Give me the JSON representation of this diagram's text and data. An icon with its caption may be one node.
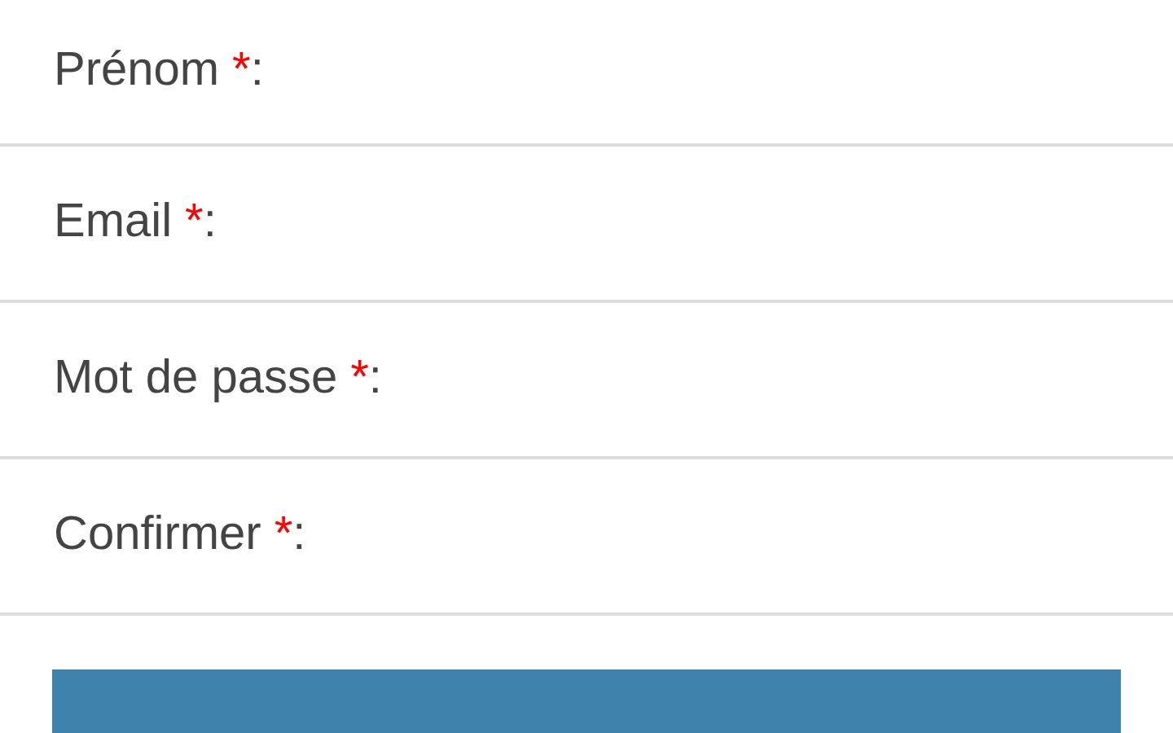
{
  "diagram": {
    "nodes": [
      {
        "text": [
          "Prénom",
          "*",
          ":"
        ]
      },
      {
        "text": [
          "Email",
          "*",
          ":"
        ]
      },
      {
        "text": [
          "Mot de passe",
          "*",
          ":"
        ]
      },
      {
        "text": [
          "Confirmer",
          "*",
          ":"
        ]
      },
      {
        "text": [],
        "shape": "box"
      }
    ]
  }
}
